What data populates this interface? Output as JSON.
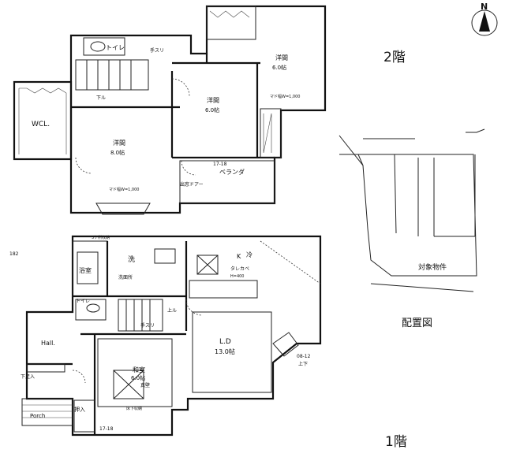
{
  "floor2": {
    "label": "2階",
    "toilet": "トイレ",
    "handrail_a": "手スリ",
    "handrail_b": "下ル",
    "wcl": "WCL.",
    "room_ne": {
      "name": "洋間",
      "size": "6.0帖"
    },
    "room_mid": {
      "name": "洋間",
      "size": "6.0帖"
    },
    "room_sw": {
      "name": "洋間",
      "size": "8.0帖"
    },
    "veranda": "ベランダ",
    "veranda_dim": "17-18",
    "balcony_door": "出窓ドアー",
    "window_note_a": "マド幅W=1,000",
    "window_note_b": "マド幅W=1,000"
  },
  "floor1": {
    "label": "1階",
    "utility": "3ケ所収納",
    "wash": "洗",
    "bath": "浴室",
    "washroom": "洗面所",
    "toilet": "トイレ",
    "kitchen": "K",
    "fridge": "冷",
    "cupboard": "タレカベ",
    "cupboard_dim": "H=400",
    "up": "上ル",
    "handrail": "手スリ",
    "hall": "Hall.",
    "ldk": {
      "name": "L.D",
      "size": "13.0帖"
    },
    "japanese_room": {
      "name": "和室",
      "size": "6.0帖",
      "note": "真壁"
    },
    "closet": "押入",
    "porch": "Porch",
    "shoe": "下足入",
    "storage_label": "床下収納",
    "bottom_dim": "17-18",
    "bay_dim": "08-12",
    "bay_up": "上下",
    "left_mark": "182"
  },
  "site_plan": {
    "title": "配置図",
    "target": "対象物件"
  },
  "compass": "N"
}
